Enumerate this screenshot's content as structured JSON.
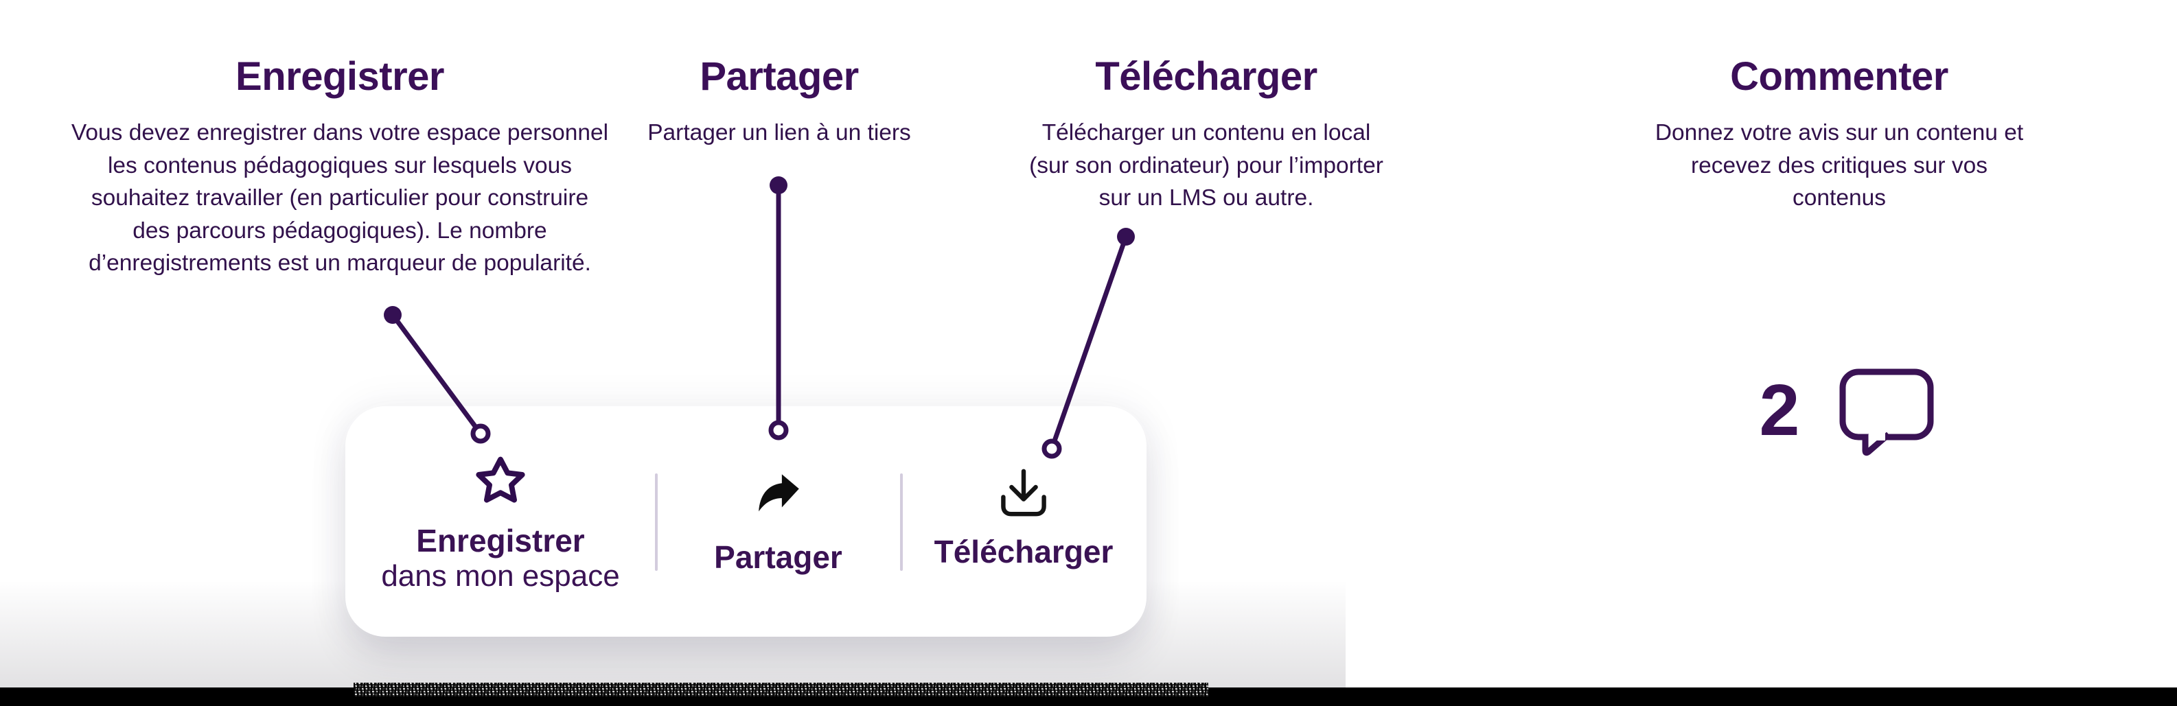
{
  "columns": [
    {
      "id": "enregistrer",
      "title": "Enregistrer",
      "description": [
        "Vous devez enregistrer dans votre espace personnel",
        "les contenus pédagogiques sur lesquels vous",
        "souhaitez travailler (en particulier pour construire",
        "des parcours pédagogiques). Le nombre",
        "d’enregistrements est un marqueur de popularité."
      ]
    },
    {
      "id": "partager",
      "title": "Partager",
      "description": [
        "Partager un lien à un tiers"
      ]
    },
    {
      "id": "telecharger",
      "title": "Télécharger",
      "description": [
        "Télécharger un contenu en local",
        "(sur son ordinateur) pour l’importer",
        "sur un LMS ou autre."
      ]
    },
    {
      "id": "commenter",
      "title": "Commenter",
      "description": [
        "Donnez votre avis sur un contenu et",
        "recevez des critiques sur vos",
        "contenus"
      ]
    }
  ],
  "toolbar": {
    "save": {
      "label": "Enregistrer",
      "sublabel": "dans mon espace",
      "icon": "star-icon"
    },
    "share": {
      "label": "Partager",
      "icon": "share-arrow-icon"
    },
    "download": {
      "label": "Télécharger",
      "icon": "download-icon"
    }
  },
  "comment_badge": {
    "count": "2",
    "icon": "speech-bubble-icon"
  },
  "colors": {
    "heading": "#3b0f58",
    "body_text": "#31114b",
    "toolbar_text": "#3a1254",
    "connector": "#341053",
    "divider": "#d3ccdd",
    "icon_black": "#0d0d0d",
    "panel_background": "#ffffff",
    "bottom_bar": "#000000"
  }
}
